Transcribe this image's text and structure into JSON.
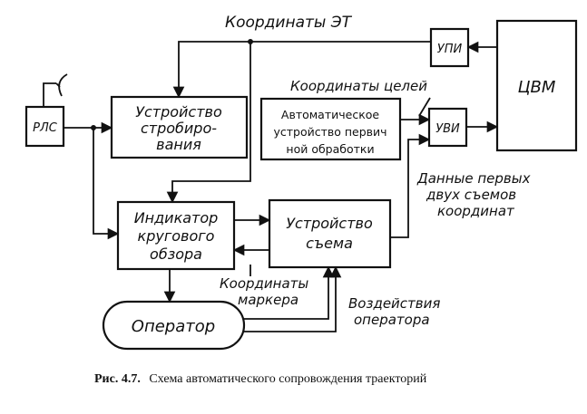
{
  "blocks": {
    "rls": "РЛС",
    "strobe": [
      "Устройство",
      "стробиро-",
      "вания"
    ],
    "auto_proc": [
      "Автоматическое",
      "устройство первич",
      "ной обработки"
    ],
    "upi": "УПИ",
    "uvi": "УВИ",
    "cvm": "ЦВМ",
    "indicator": [
      "Индикатор",
      "кругового",
      "обзора"
    ],
    "readout": [
      "Устройство",
      "съема"
    ],
    "operator": "Оператор"
  },
  "labels": {
    "coord_et": "Координаты ЭТ",
    "coord_targets": "Координаты целей",
    "first_two": [
      "Данные первых",
      "двух съемов",
      "координат"
    ],
    "marker_coord": [
      "Координаты",
      "маркера"
    ],
    "operator_actions": [
      "Воздействия",
      "оператора"
    ]
  },
  "caption": {
    "number": "Рис. 4.7.",
    "text": "Схема автоматического сопровождения траекторий"
  }
}
